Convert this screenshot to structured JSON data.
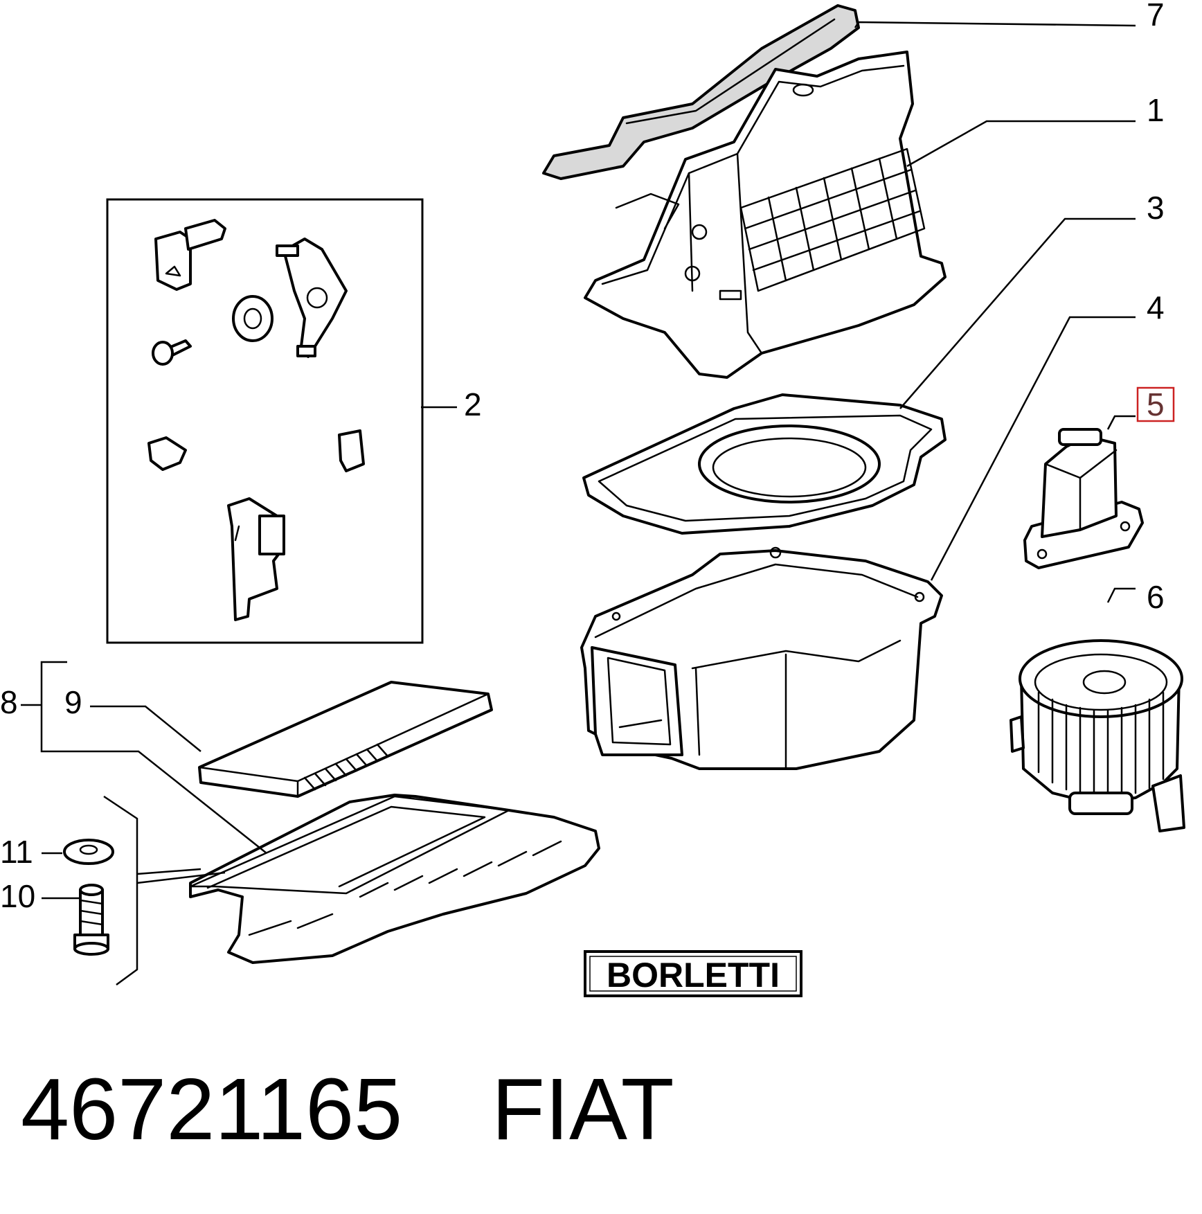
{
  "callouts": {
    "c1": "1",
    "c2": "2",
    "c3": "3",
    "c4": "4",
    "c5": "5",
    "c6": "6",
    "c7": "7",
    "c8": "8",
    "c9": "9",
    "c10": "10",
    "c11": "11"
  },
  "highlight_color": "#cc2222",
  "brand_label": "BORLETTI",
  "footer": {
    "part_number": "46721165",
    "make": "FIAT"
  }
}
